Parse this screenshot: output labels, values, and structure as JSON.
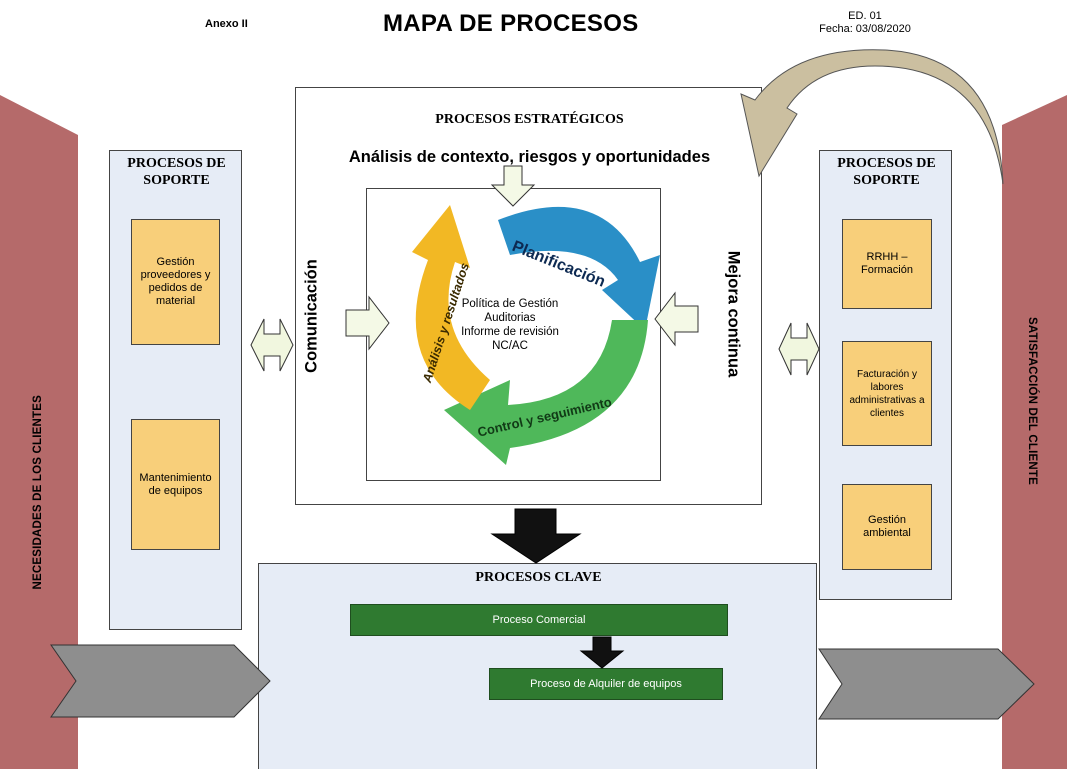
{
  "header": {
    "annex": "Anexo II",
    "title": "MAPA DE PROCESOS",
    "edition": "ED. 01",
    "date": "Fecha: 03/08/2020"
  },
  "left_band": {
    "label": "NECESIDADES DE LOS CLIENTES"
  },
  "right_band": {
    "label": "SATISFACCIÓN DEL CLIENTE"
  },
  "left_support": {
    "title_line1": "PROCESOS DE",
    "title_line2": "SOPORTE",
    "items": [
      "Gestión proveedores y pedidos de material",
      "Mantenimiento de equipos"
    ]
  },
  "right_support": {
    "title_line1": "PROCESOS DE",
    "title_line2": "SOPORTE",
    "items": [
      "RRHH – Formación",
      "Facturación y labores administrativas a clientes",
      "Gestión ambiental"
    ]
  },
  "strategic": {
    "title": "PROCESOS ESTRATÉGICOS",
    "subtitle": "Análisis de contexto, riesgos y oportunidades",
    "left_label": "Comunicación",
    "right_label": "Mejora continua",
    "cycle": {
      "planning": "Planificación",
      "control": "Control y seguimiento",
      "analysis": "Análisis y resultados",
      "center": [
        "Política de Gestión",
        "Auditorias",
        "Informe de revisión",
        "NC/AC"
      ]
    }
  },
  "key": {
    "title": "PROCESOS CLAVE",
    "process1": "Proceso Comercial",
    "process2": "Proceso de Alquiler de equipos"
  },
  "colors": {
    "band": "#b56a6a",
    "panel": "#e6ecf6",
    "subprocess": "#f8cf7a",
    "green": "#2f7a30",
    "cycle_blue": "#2a8fc7",
    "cycle_green": "#4fb85a",
    "cycle_yellow": "#f2b824",
    "curved_arrow": "#cbbfa0"
  }
}
